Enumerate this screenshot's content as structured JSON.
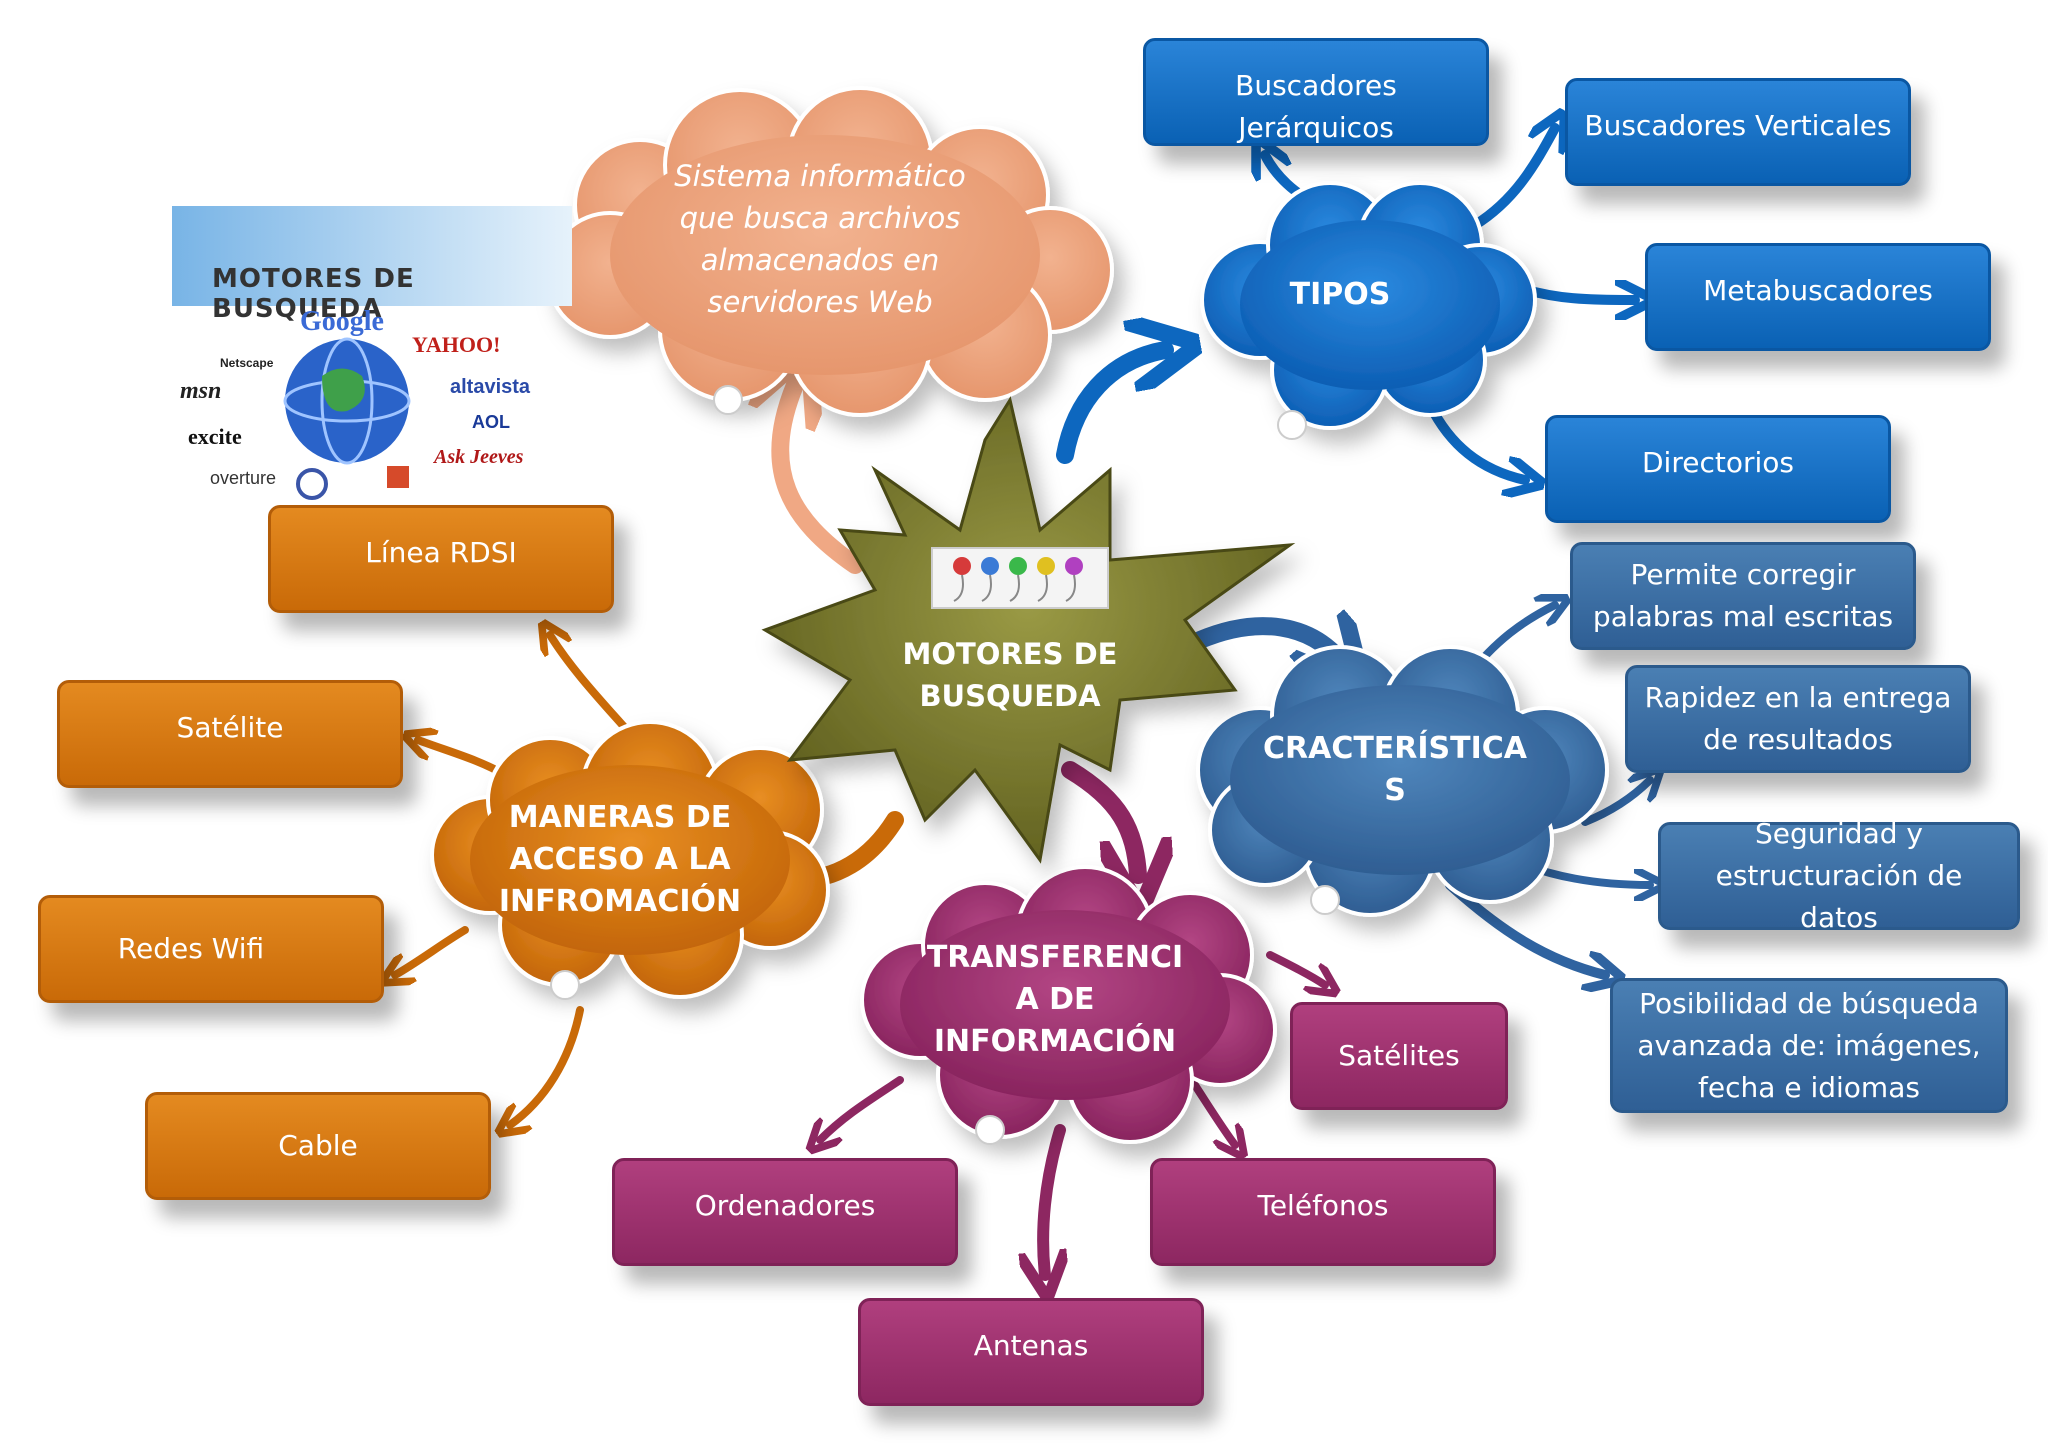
{
  "center": {
    "label": "MOTORES DE BUSQUEDA"
  },
  "definition": {
    "text": "Sistema informático que busca archivos almacenados en servidores Web"
  },
  "logo_panel": {
    "title": "MOTORES DE BUSQUEDA",
    "brands": [
      "Google",
      "YAHOO!",
      "Netscape",
      "msn",
      "altavista",
      "AOL",
      "excite",
      "Ask Jeeves",
      "overture"
    ]
  },
  "tipos": {
    "label": "TIPOS",
    "items": [
      "Buscadores Jerárquicos",
      "Buscadores Verticales",
      "Metabuscadores",
      "Directorios"
    ]
  },
  "caracteristicas": {
    "label": "CRACTERÍSTICA S",
    "items": [
      "Permite corregir palabras mal escritas",
      "Rapidez en la entrega de resultados",
      "Seguridad y estructuración de datos",
      "Posibilidad de búsqueda avanzada de: imágenes, fecha e idiomas"
    ]
  },
  "acceso": {
    "label": "MANERAS DE ACCESO A LA INFROMACIÓN",
    "items": [
      "Línea RDSI",
      "Satélite",
      "Redes Wifi",
      "Cable"
    ]
  },
  "transferencia": {
    "label": "TRANSFERENCI A DE INFORMACIÓN",
    "items": [
      "Satélites",
      "Ordenadores",
      "Teléfonos",
      "Antenas"
    ]
  },
  "colors": {
    "tipos": "#0a61b4",
    "caracteristicas": "#2f5f95",
    "acceso": "#c96a08",
    "transferencia": "#8d2761",
    "definition": "#eaa27d",
    "center": "#7a7a2a"
  }
}
